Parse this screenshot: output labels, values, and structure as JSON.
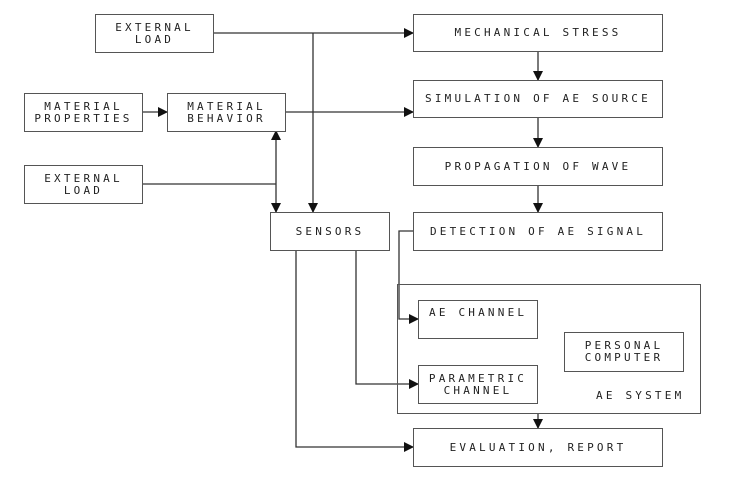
{
  "diagram": {
    "nodes": {
      "external_load_top": "EXTERNAL\nLOAD",
      "material_properties": "MATERIAL\nPROPERTIES",
      "material_behavior": "MATERIAL\nBEHAVIOR",
      "external_load_bottom": "EXTERNAL\nLOAD",
      "sensors": "SENSORS",
      "mechanical_stress": "MECHANICAL STRESS",
      "simulation_ae_source": "SIMULATION OF AE SOURCE",
      "propagation_wave": "PROPAGATION OF WAVE",
      "detection_ae_signal": "DETECTION OF AE SIGNAL",
      "ae_channel": "AE CHANNEL",
      "parametric_channel": "PARAMETRIC\nCHANNEL",
      "personal_computer": "PERSONAL\nCOMPUTER",
      "evaluation_report": "EVALUATION, REPORT",
      "ae_system_label": "AE SYSTEM"
    },
    "edges": [
      {
        "from": "external_load_top",
        "to": "mechanical_stress"
      },
      {
        "from": "external_load_top",
        "to": "sensors"
      },
      {
        "from": "material_properties",
        "to": "material_behavior"
      },
      {
        "from": "material_behavior",
        "to": "simulation_ae_source"
      },
      {
        "from": "external_load_bottom",
        "to": "material_behavior"
      },
      {
        "from": "external_load_bottom",
        "to": "sensors"
      },
      {
        "from": "mechanical_stress",
        "to": "simulation_ae_source"
      },
      {
        "from": "simulation_ae_source",
        "to": "propagation_wave"
      },
      {
        "from": "propagation_wave",
        "to": "detection_ae_signal"
      },
      {
        "from": "detection_ae_signal",
        "to": "ae_channel"
      },
      {
        "from": "sensors",
        "to": "parametric_channel"
      },
      {
        "from": "sensors",
        "to": "evaluation_report"
      },
      {
        "from": "ae_system",
        "to": "evaluation_report"
      }
    ],
    "colors": {
      "line": "#222222",
      "border": "#555555",
      "text": "#222222"
    }
  }
}
